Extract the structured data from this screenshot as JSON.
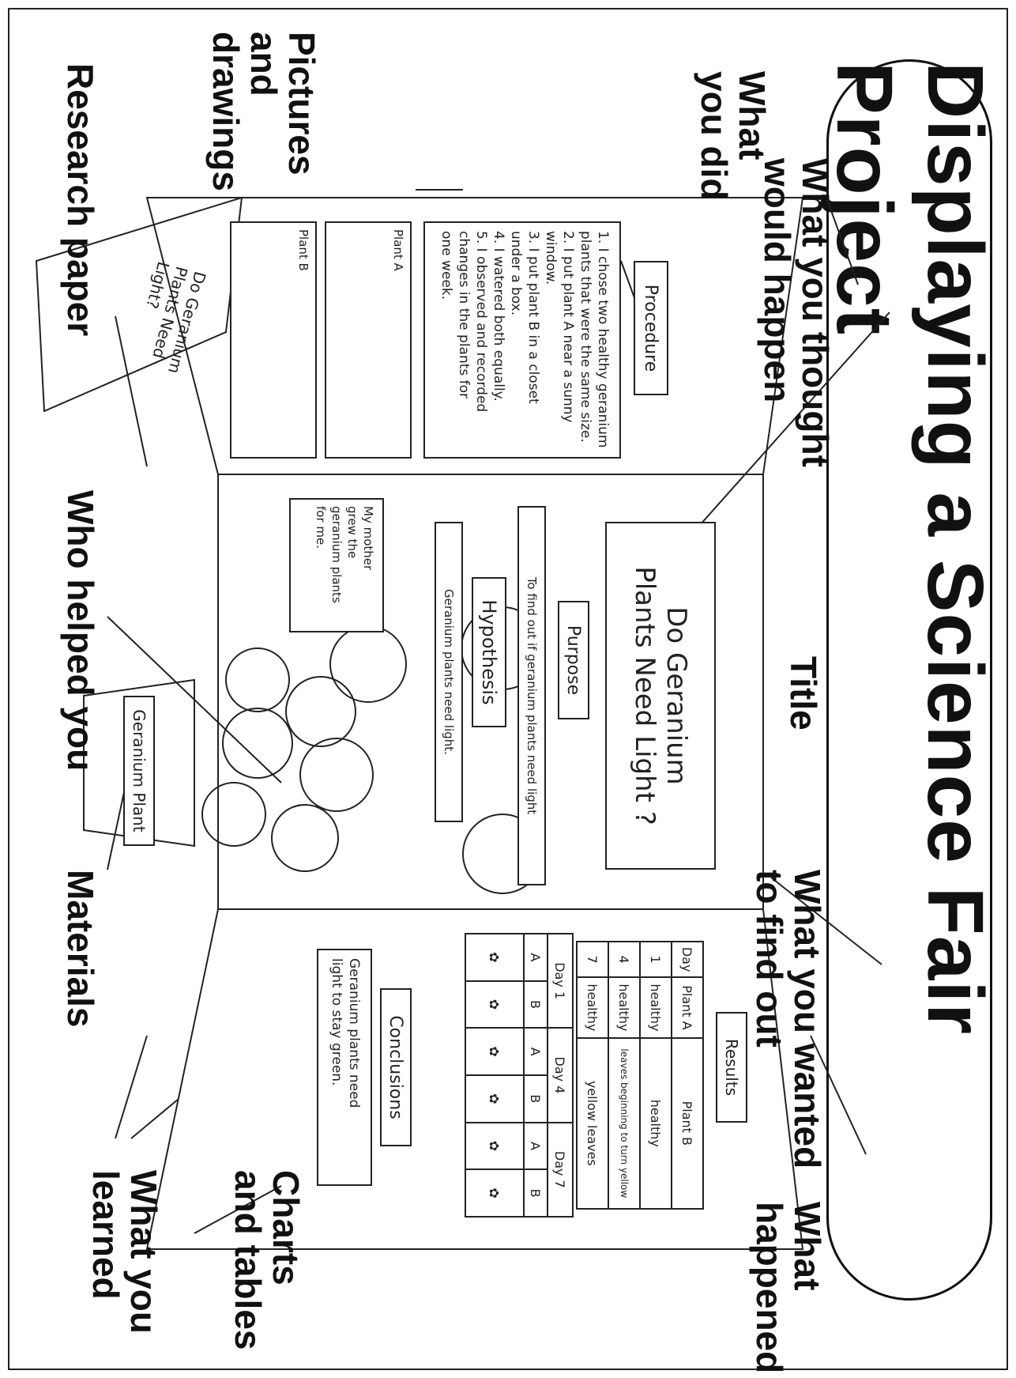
{
  "title": "Displaying a Science Fair Project",
  "callouts": {
    "what_you_did": "What\nyou did",
    "what_you_thought": "What you thought\nwould happen",
    "title_label": "Title",
    "what_you_wanted": "What you wanted\nto find out",
    "pictures": "Pictures\nand\ndrawings",
    "research_paper": "Research paper",
    "who_helped": "Who helped you",
    "materials": "Materials",
    "what_happened": "What\nhappened",
    "charts_tables": "Charts\nand tables",
    "what_learned": "What you\nlearned"
  },
  "board": {
    "procedure_label": "Procedure",
    "procedure_steps": "1. I chose two healthy geranium\nplants that were the same size.\n2. I put plant A near a sunny\nwindow.\n3. I put plant B in a closet\nunder a box.\n4. I watered both equally.\n5. I observed and recorded\nchanges in the plants for\none week.",
    "plant_a_label": "Plant A",
    "plant_b_label": "Plant B",
    "board_title": "Do Geranium\nPlants Need Light ?",
    "purpose_label": "Purpose",
    "purpose_text": "To find out if geranium plants need light",
    "hypothesis_label": "Hypothesis",
    "hypothesis_text": "Geranium plants need light.",
    "helper_text": "My mother\ngrew the\ngeranium plants\nfor me.",
    "results_label": "Results",
    "results_table": {
      "headers": [
        "Day",
        "Plant A",
        "Plant B"
      ],
      "rows": [
        [
          "1",
          "healthy",
          "healthy"
        ],
        [
          "4",
          "healthy",
          "leaves beginning to turn yellow"
        ],
        [
          "7",
          "healthy",
          "yellow leaves"
        ]
      ]
    },
    "day_chart": {
      "days": [
        "Day 1",
        "Day 4",
        "Day 7"
      ],
      "plants": [
        "A",
        "B"
      ]
    },
    "conclusions_label": "Conclusions",
    "conclusions_text": "Geranium plants need\nlight to stay green.",
    "binder_title": "Do Geranium\nPlants Need\nLight?",
    "pot_label": "Geranium Plant"
  }
}
